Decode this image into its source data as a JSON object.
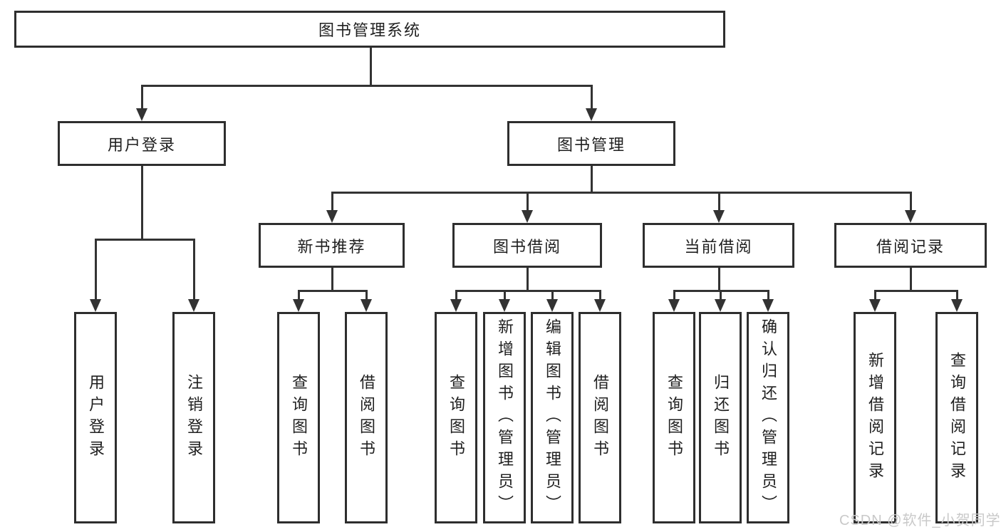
{
  "diagram": {
    "title": "图书管理系统",
    "colors": {
      "line": "#333333",
      "border": "#2e2e2e",
      "text": "#1f1f1f",
      "watermark": "#c9c9c9",
      "background": "#ffffff"
    },
    "root": {
      "label": "图书管理系统"
    },
    "level2": [
      {
        "label": "用户登录"
      },
      {
        "label": "图书管理"
      }
    ],
    "level3": [
      {
        "label": "新书推荐"
      },
      {
        "label": "图书借阅"
      },
      {
        "label": "当前借阅"
      },
      {
        "label": "借阅记录"
      }
    ],
    "leaves": [
      {
        "label": "用户登录"
      },
      {
        "label": "注销登录"
      },
      {
        "label": "查询图书"
      },
      {
        "label": "借阅图书"
      },
      {
        "label": "查询图书"
      },
      {
        "label": "新增图书（管理员）"
      },
      {
        "label": "编辑图书（管理员）"
      },
      {
        "label": "借阅图书"
      },
      {
        "label": "查询图书"
      },
      {
        "label": "归还图书"
      },
      {
        "label": "确认归还（管理员）"
      },
      {
        "label": "新增借阅记录"
      },
      {
        "label": "查询借阅记录"
      }
    ],
    "watermark": "CSDN @软件_小贺同学"
  }
}
